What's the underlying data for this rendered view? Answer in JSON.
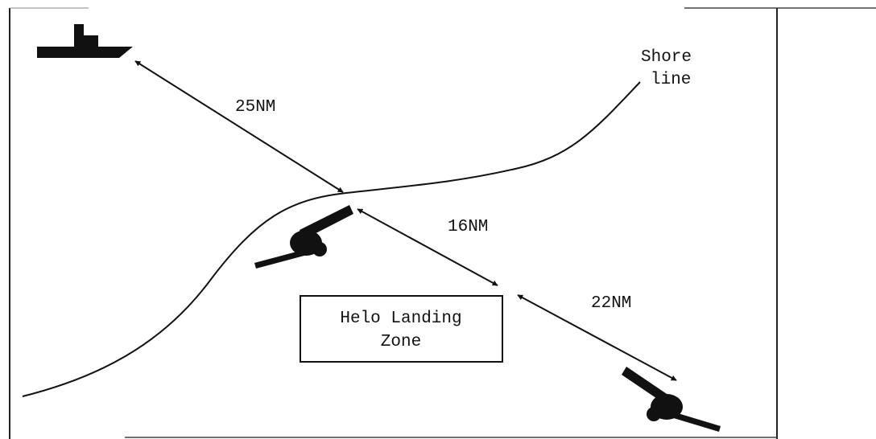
{
  "labels": {
    "shore_line_1": "Shore",
    "shore_line_2": "line",
    "distance_ship": "25NM",
    "distance_gun_1": "16NM",
    "distance_gun_2": "22NM",
    "landing_zone_1": "Helo Landing",
    "landing_zone_2": "Zone"
  },
  "icons": {
    "ship": "ship-icon",
    "gun_1": "artillery-icon",
    "gun_2": "artillery-icon"
  },
  "colors": {
    "ink": "#111111",
    "background": "#ffffff"
  }
}
